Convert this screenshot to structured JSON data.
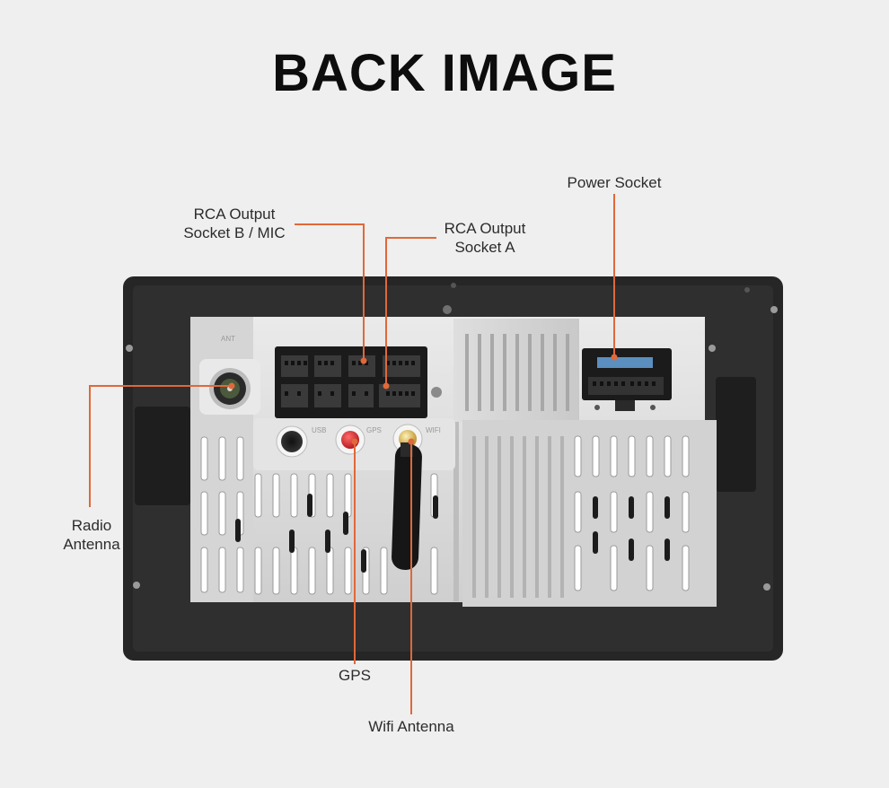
{
  "title": "BACK IMAGE",
  "labels": {
    "power_socket": "Power Socket",
    "rca_b_line1": "RCA Output",
    "rca_b_line2": "Socket B / MIC",
    "rca_a_line1": "RCA Output",
    "rca_a_line2": "Socket A",
    "radio_line1": "Radio",
    "radio_line2": "Antenna",
    "gps": "GPS",
    "wifi": "Wifi Antenna"
  },
  "port_marks": {
    "usb": "USB",
    "gps": "GPS",
    "wifi": "WIFI",
    "ant": "ANT"
  },
  "colors": {
    "background": "#efefef",
    "leader_line": "#e0683a",
    "housing": "#2a2a2a",
    "metal": "#d9d9d9",
    "gps_connector": "#d8252b",
    "wifi_connector": "#d4a93a"
  }
}
